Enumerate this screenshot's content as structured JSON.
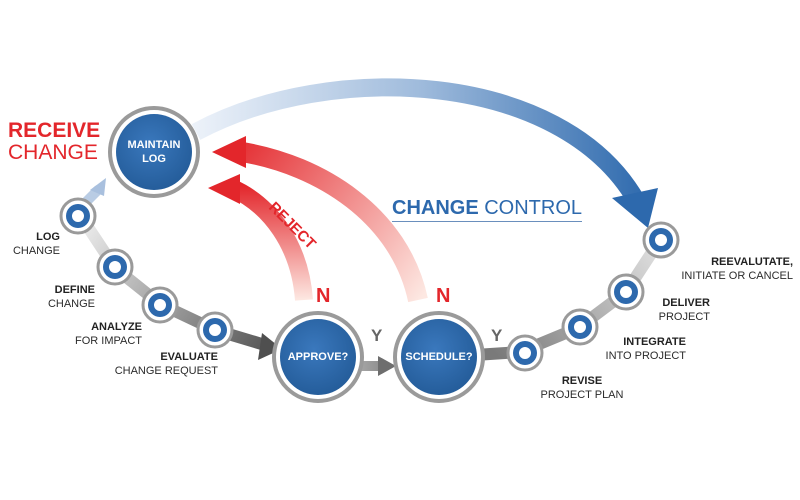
{
  "receive": {
    "line1": "RECEIVE",
    "line2": "CHANGE"
  },
  "title": {
    "bold": "CHANGE",
    "light": " CONTROL"
  },
  "reject": "REJECT",
  "hubs": {
    "maintain": {
      "line1": "MAINTAIN",
      "line2": "LOG"
    },
    "approve": "APPROVE?",
    "schedule": "SCHEDULE?"
  },
  "decisions": {
    "n": "N",
    "y": "Y"
  },
  "steps": [
    {
      "bold": "LOG",
      "light": "CHANGE"
    },
    {
      "bold": "DEFINE",
      "light": "CHANGE"
    },
    {
      "bold": "ANALYZE",
      "light": "FOR IMPACT"
    },
    {
      "bold": "EVALUATE",
      "light": "CHANGE REQUEST"
    },
    {
      "bold": "REVISE",
      "light": "PROJECT PLAN"
    },
    {
      "bold": "INTEGRATE",
      "light": "INTO PROJECT"
    },
    {
      "bold": "DELIVER",
      "light": "PROJECT"
    },
    {
      "bold": "REEVALUTATE,",
      "light": "INITIATE OR CANCEL"
    }
  ],
  "colors": {
    "blue": "#2d69ad",
    "red": "#e3262b",
    "gray": "#6e6e6e"
  }
}
